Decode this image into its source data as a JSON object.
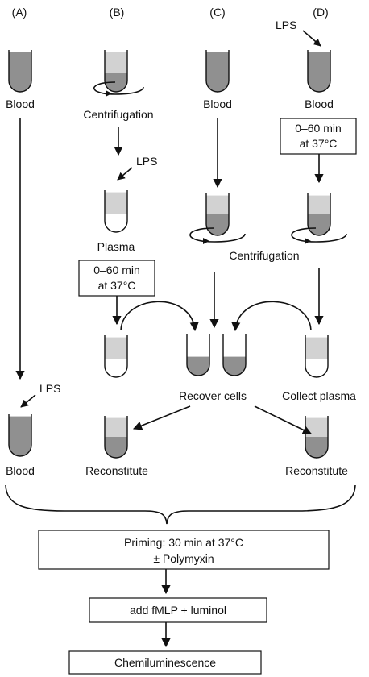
{
  "columns": {
    "a": "(A)",
    "b": "(B)",
    "c": "(C)",
    "d": "(D)"
  },
  "labels": {
    "lps_top": "LPS",
    "lps_b": "LPS",
    "lps_a": "LPS",
    "blood_a": "Blood",
    "blood_c": "Blood",
    "blood_d": "Blood",
    "blood_bottom": "Blood",
    "centrifugation_b": "Centrifugation",
    "centrifugation_cd": "Centrifugation",
    "plasma": "Plasma",
    "recover_cells": "Recover cells",
    "collect_plasma": "Collect plasma",
    "reconstitute_left": "Reconstitute",
    "reconstitute_right": "Reconstitute"
  },
  "incubation_boxes": {
    "d": {
      "line1": "0–60 min",
      "line2": "at 37°C"
    },
    "b": {
      "line1": "0–60 min",
      "line2": "at 37°C"
    }
  },
  "steps": {
    "priming_line1": "Priming: 30 min at 37°C",
    "priming_line2": "± Polymyxin",
    "add": "add fMLP + luminol",
    "final": "Chemiluminescence"
  },
  "colors": {
    "blood_fill": "#909090",
    "plasma_fill": "#d2d2d2",
    "line": "#111111"
  }
}
